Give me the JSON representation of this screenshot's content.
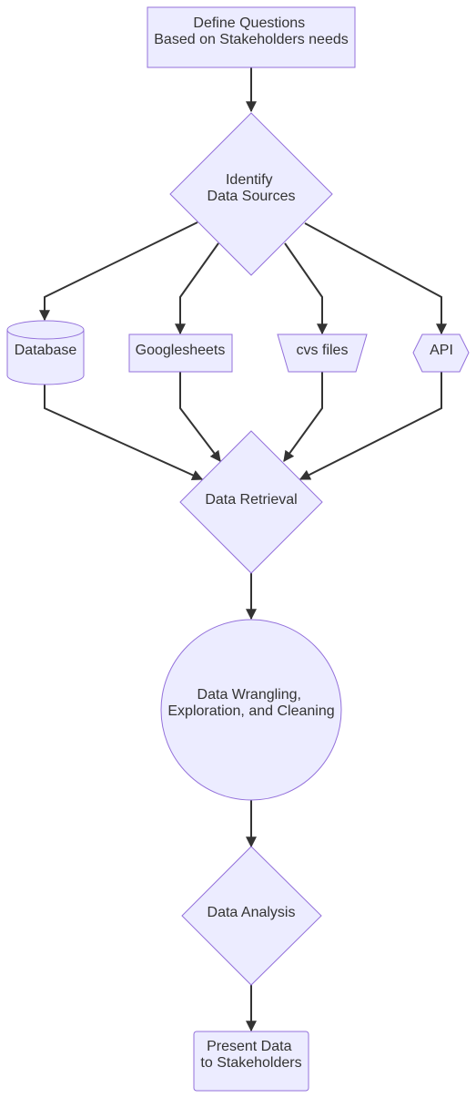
{
  "nodes": {
    "define_questions": {
      "lines": [
        "Define Questions",
        "Based on Stakeholders needs"
      ]
    },
    "identify_sources": {
      "lines": [
        "Identify",
        "Data Sources"
      ]
    },
    "database": {
      "lines": [
        "Database"
      ]
    },
    "googlesheets": {
      "lines": [
        "Googlesheets"
      ]
    },
    "csv_files": {
      "lines": [
        "cvs files"
      ]
    },
    "api": {
      "lines": [
        "API"
      ]
    },
    "data_retrieval": {
      "lines": [
        "Data Retrieval"
      ]
    },
    "data_wrangling": {
      "lines": [
        "Data Wrangling,",
        "Exploration, and Cleaning"
      ]
    },
    "data_analysis": {
      "lines": [
        "Data Analysis"
      ]
    },
    "present_data": {
      "lines": [
        "Present Data",
        "to Stakeholders"
      ]
    }
  },
  "edges": [
    {
      "from": "define_questions",
      "to": "identify_sources"
    },
    {
      "from": "identify_sources",
      "to": "database"
    },
    {
      "from": "identify_sources",
      "to": "googlesheets"
    },
    {
      "from": "identify_sources",
      "to": "csv_files"
    },
    {
      "from": "identify_sources",
      "to": "api"
    },
    {
      "from": "database",
      "to": "data_retrieval"
    },
    {
      "from": "googlesheets",
      "to": "data_retrieval"
    },
    {
      "from": "csv_files",
      "to": "data_retrieval"
    },
    {
      "from": "api",
      "to": "data_retrieval"
    },
    {
      "from": "data_retrieval",
      "to": "data_wrangling"
    },
    {
      "from": "data_wrangling",
      "to": "data_analysis"
    },
    {
      "from": "data_analysis",
      "to": "present_data"
    }
  ],
  "colors": {
    "node_fill": "#ECECFF",
    "node_stroke": "#9370DB",
    "edge": "#333333",
    "text": "#333333"
  }
}
